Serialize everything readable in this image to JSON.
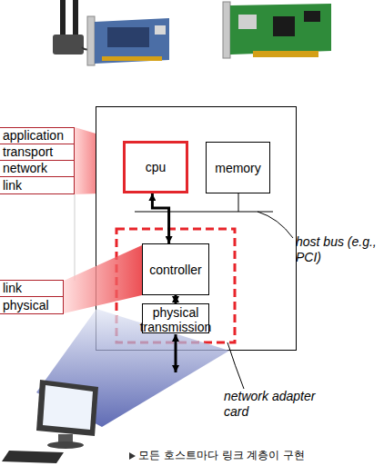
{
  "diagram": {
    "nodes": [
      {
        "text": [
          "application"
        ]
      },
      {
        "text": [
          "transport"
        ]
      },
      {
        "text": [
          "network"
        ]
      },
      {
        "text": [
          "link"
        ]
      },
      {
        "text": [
          "cpu"
        ]
      },
      {
        "text": [
          "memory"
        ]
      },
      {
        "text": [
          "controller"
        ]
      },
      {
        "text": [
          "physical transmission"
        ]
      },
      {
        "text": [
          "link"
        ]
      },
      {
        "text": [
          "physical"
        ]
      }
    ],
    "edges": [
      {
        "from": 4,
        "to": 6,
        "arrow": "both"
      },
      {
        "from": 6,
        "to": 7,
        "arrow": "both"
      }
    ],
    "labels": [
      "host bus (e.g., PCI)",
      "network adapter card",
      "모든 호스트마다 링크 계층이 구현"
    ]
  }
}
